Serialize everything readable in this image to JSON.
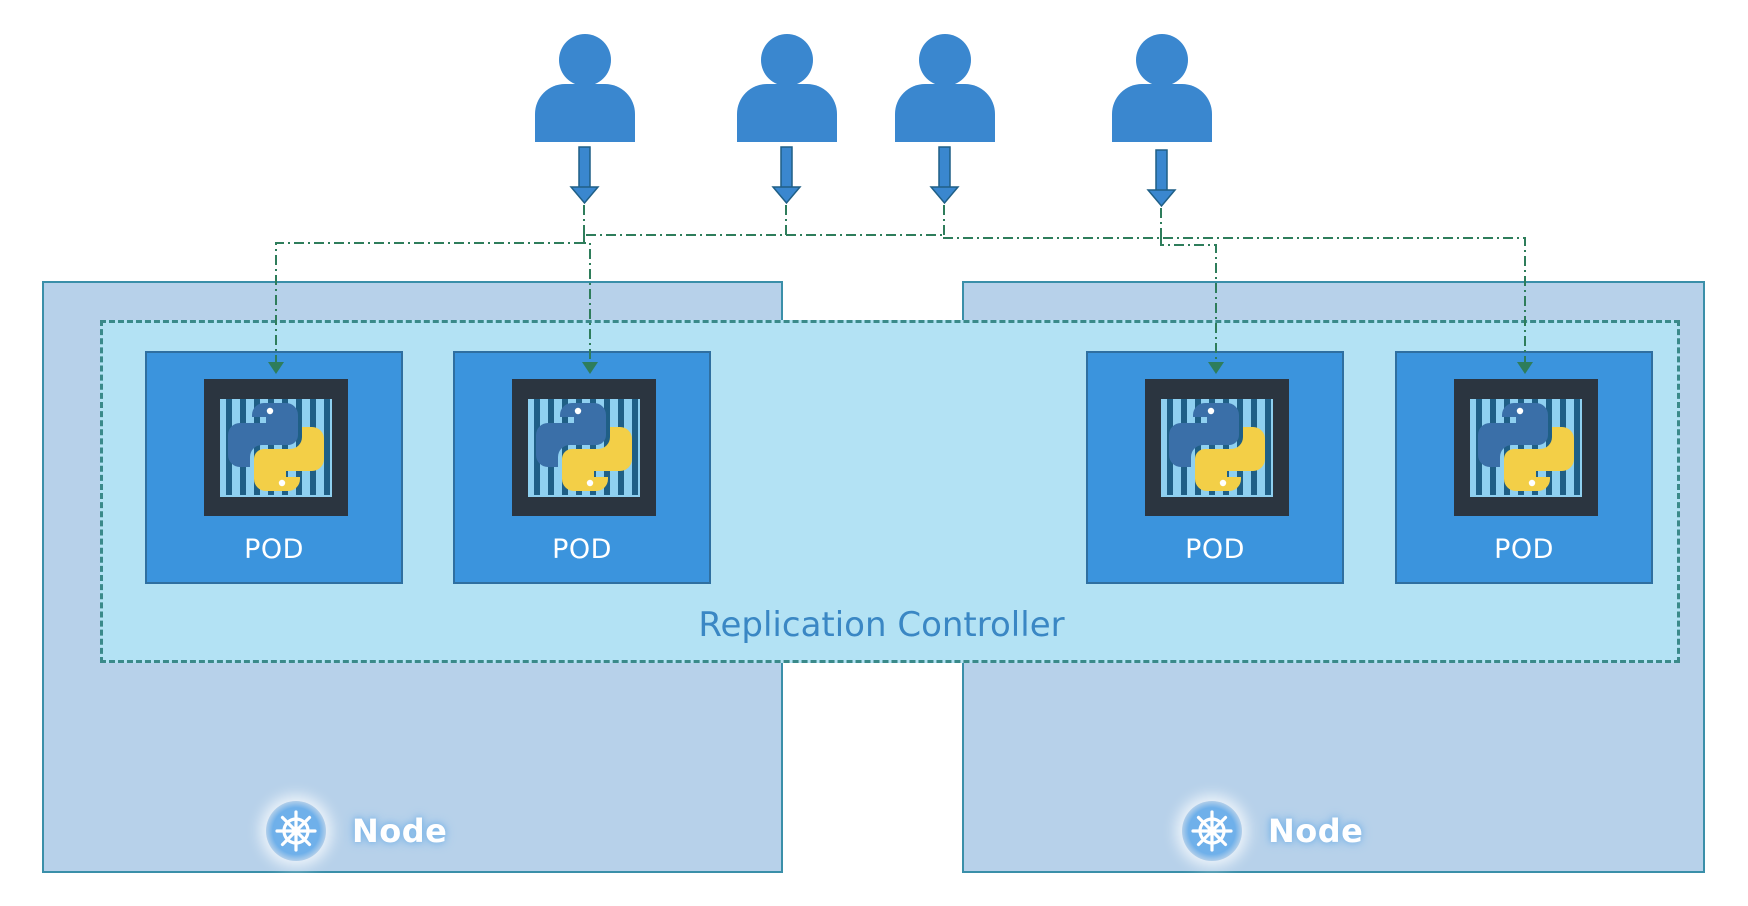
{
  "diagram": {
    "controller_label": "Replication Controller",
    "nodes": [
      {
        "label": "Node",
        "icon": "kubernetes-helm-icon"
      },
      {
        "label": "Node",
        "icon": "kubernetes-helm-icon"
      }
    ],
    "pods": [
      {
        "label": "POD",
        "icon": "python-container-icon"
      },
      {
        "label": "POD",
        "icon": "python-container-icon"
      },
      {
        "label": "POD",
        "icon": "python-container-icon"
      },
      {
        "label": "POD",
        "icon": "python-container-icon"
      }
    ],
    "users": [
      {
        "icon": "user-icon"
      },
      {
        "icon": "user-icon"
      },
      {
        "icon": "user-icon"
      },
      {
        "icon": "user-icon"
      }
    ],
    "colors": {
      "node_fill": "#b7d1ea",
      "controller_fill": "#b3e2f4",
      "pod_fill": "#3b94dd",
      "user_fill": "#3a87cf",
      "connector": "#2e7d5b",
      "label_blue": "#3a87c4"
    }
  }
}
